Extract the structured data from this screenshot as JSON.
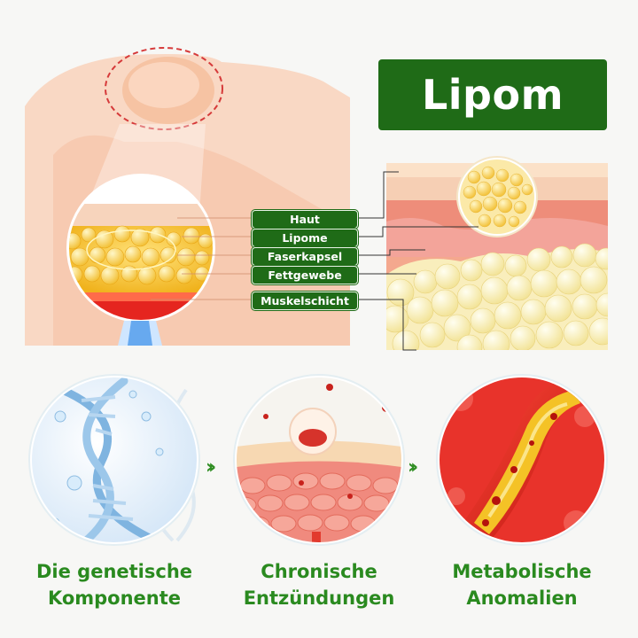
{
  "title": "Lipom",
  "labels": [
    "Haut",
    "Lipome",
    "Faserkapsel",
    "Fettgewebe",
    "Muskelschicht"
  ],
  "causes": [
    {
      "line1": "Die genetische",
      "line2": "Komponente",
      "icon": "dna-icon"
    },
    {
      "line1": "Chronische",
      "line2": "Entzündungen",
      "icon": "inflamed-tissue-icon"
    },
    {
      "line1": "Metabolische",
      "line2": "Anomalien",
      "icon": "blood-vessel-plaque-icon"
    }
  ],
  "colors": {
    "green": "#1f6b17",
    "caption_green": "#2a8a1f",
    "skin": "#f7c4a6",
    "fat": "#f5c427"
  }
}
